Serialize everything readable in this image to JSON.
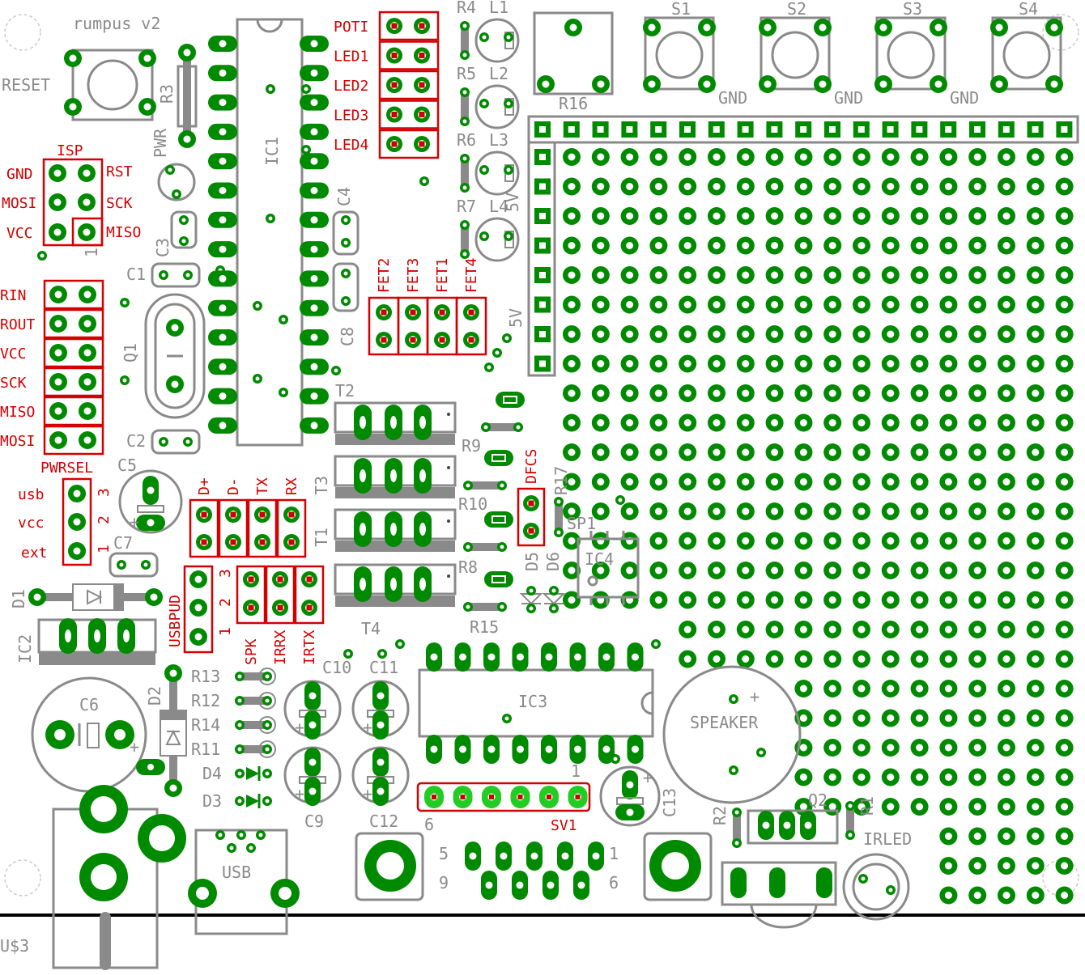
{
  "board": {
    "title": "rumpus v2",
    "colors": {
      "pad": "#008a00",
      "hole": "#ffffff",
      "silk": "#8a8a8a",
      "label_red": "#d40000",
      "pin_red": "#cc0000",
      "sv_green": "#22cc22"
    }
  },
  "labels": {
    "reset": "RESET",
    "r3": "R3",
    "pwr": "PWR",
    "ic1": "IC1",
    "c4": "C4",
    "c3": "C3",
    "c1": "C1",
    "q1": "Q1",
    "c8": "C8",
    "c2": "C2",
    "c5": "C5",
    "c7": "C7",
    "d1": "D1",
    "ic2": "IC2",
    "c6": "C6",
    "d2": "D2",
    "usd3": "U$3",
    "usb": "USB",
    "t1": "T1",
    "t2": "T2",
    "t3": "T3",
    "t4": "T4",
    "r8": "R8",
    "r9": "R9",
    "r10": "R10",
    "r15": "R15",
    "r17": "R17",
    "sp1": "SP1",
    "ic4": "IC4",
    "d5": "D5",
    "d6": "D6",
    "ic3": "IC3",
    "c9": "C9",
    "c10": "C10",
    "c11": "C11",
    "c12": "C12",
    "c13": "C13",
    "r11": "R11",
    "r12": "R12",
    "r13": "R13",
    "r14": "R14",
    "d3": "D3",
    "d4": "D4",
    "speaker": "SPEAKER",
    "plus": "+",
    "q2": "Q2",
    "r1": "R1",
    "r2": "R2",
    "irled": "IRLED",
    "r16": "R16",
    "s1": "S1",
    "s2": "S2",
    "s3": "S3",
    "s4": "S4",
    "gnd": "GND",
    "v5": "5V",
    "l1": "L1",
    "l2": "L2",
    "l3": "L3",
    "l4": "L4",
    "r4": "R4",
    "r5": "R5",
    "r6": "R6",
    "r7": "R7",
    "n1": "1",
    "n2": "2",
    "n3": "3",
    "n5": "5",
    "n6": "6",
    "n9": "9"
  },
  "headers": {
    "isp": "ISP",
    "isp_gnd": "GND",
    "isp_mosi": "MOSI",
    "isp_vcc": "VCC",
    "isp_rst": "RST",
    "isp_sck": "SCK",
    "isp_miso": "MISO",
    "serial": [
      "RIN",
      "ROUT",
      "VCC",
      "SCK",
      "MISO",
      "MOSI"
    ],
    "pwrsel": "PWRSEL",
    "pwrsel_opts": [
      "usb",
      "vcc",
      "ext"
    ],
    "usb_pins": [
      "D+",
      "D-",
      "TX",
      "RX"
    ],
    "usbpud": "USBPUD",
    "jumpers": [
      "SPK",
      "IRRX",
      "IRTX"
    ],
    "right_jumpers": [
      "POTI",
      "LED1",
      "LED2",
      "LED3",
      "LED4"
    ],
    "fets": [
      "FET2",
      "FET3",
      "FET1",
      "FET4"
    ],
    "dfcs": "DFCS",
    "sv1": "SV1"
  }
}
